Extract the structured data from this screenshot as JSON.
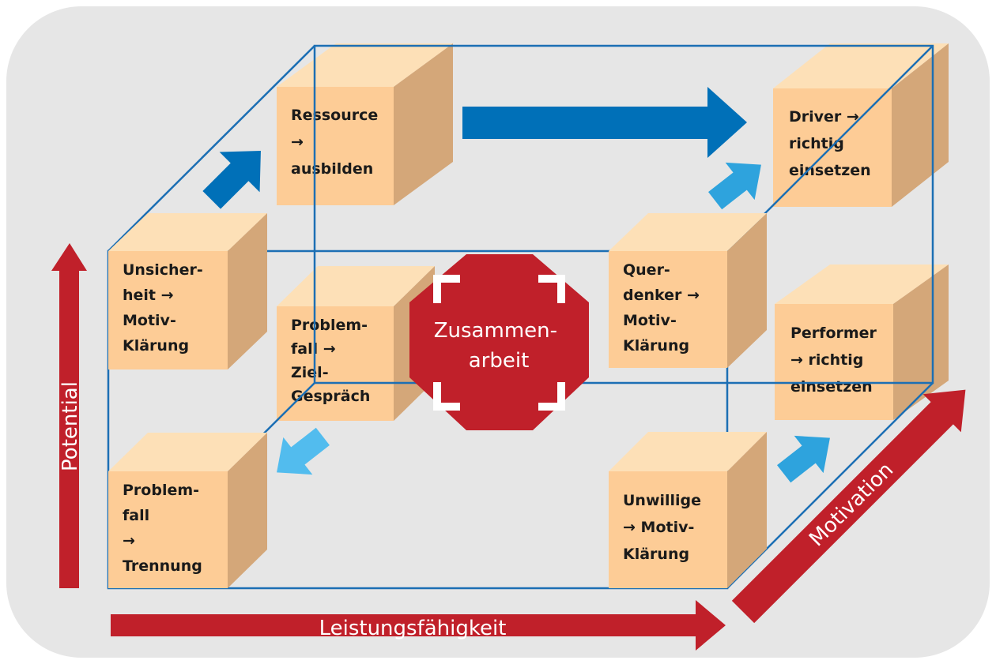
{
  "colors": {
    "panel": "#e6e6e6",
    "cube_front": "#fdcc96",
    "cube_top": "#fde0b7",
    "cube_side": "#d4a779",
    "frame": "#1c6fb4",
    "axis_red": "#c0202a",
    "arrow_blue_dark": "#0070b8",
    "arrow_blue_light": "#2ea3dd",
    "arrow_blue_pale": "#52bcee"
  },
  "axes": {
    "x_label": "Leistungsfähigkeit",
    "y_label": "Potential",
    "z_label": "Motivation"
  },
  "center": {
    "line1": "Zusammen-",
    "line2": "arbeit"
  },
  "boxes": {
    "ressource": [
      "Ressource",
      "→",
      "ausbilden"
    ],
    "driver": [
      "Driver →",
      "richtig",
      "einsetzen"
    ],
    "unsicherheit": [
      "Unsicher-",
      "heit →",
      "Motiv-",
      "Klärung"
    ],
    "problemfall_ziel": [
      "Problem-",
      "fall →",
      "Ziel-",
      "Gespräch"
    ],
    "querdenker": [
      "Quer-",
      "denker →",
      "Motiv-",
      "Klärung"
    ],
    "performer": [
      "Performer",
      "→ richtig",
      "einsetzen"
    ],
    "problemfall_trennung": [
      "Problem-",
      "fall",
      "→",
      "Trennung"
    ],
    "unwillige": [
      "Unwillige",
      "→ Motiv-",
      "Klärung"
    ]
  },
  "arrows": [
    {
      "id": "top-right-arrow",
      "color": "blue-dark",
      "meaning": "Ressource to Driver"
    },
    {
      "id": "up-right-arrow",
      "color": "blue-dark",
      "meaning": "Unsicherheit to Ressource"
    },
    {
      "id": "querdenker-driver-arrow",
      "color": "blue-light",
      "meaning": "Querdenker to Driver"
    },
    {
      "id": "unwillige-performer-arrow",
      "color": "blue-light",
      "meaning": "Unwillige to Performer"
    },
    {
      "id": "down-left-arrow",
      "color": "blue-pale",
      "meaning": "Problemfall to Trennung"
    }
  ]
}
